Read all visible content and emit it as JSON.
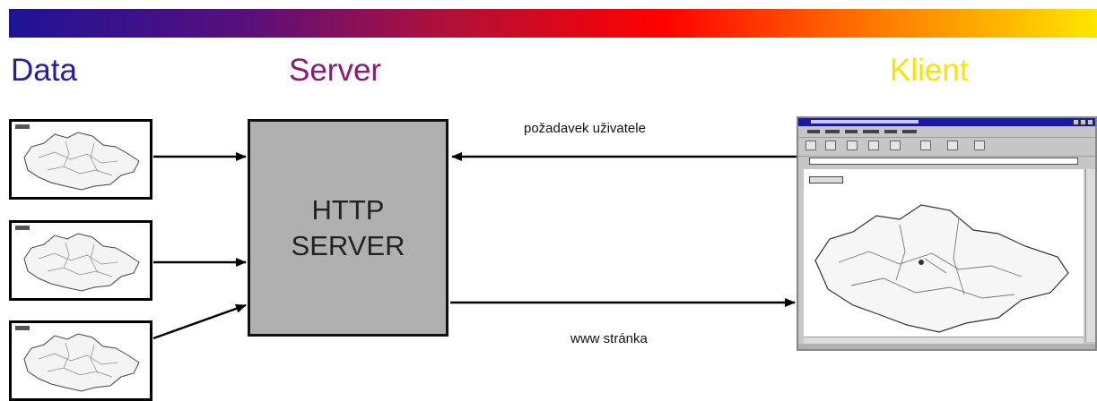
{
  "headings": {
    "data": "Data",
    "server": "Server",
    "client": "Klient"
  },
  "server_box": {
    "line1": "HTTP",
    "line2": "SERVER"
  },
  "edges": {
    "request": "požadavek uživatele",
    "response": "www stránka"
  },
  "data_sources": [
    {
      "icon": "map-of-czech-republic-icon"
    },
    {
      "icon": "map-of-czech-republic-icon"
    },
    {
      "icon": "map-of-czech-republic-icon"
    }
  ],
  "browser": {
    "icon": "web-browser-window-icon",
    "content_icon": "map-of-czech-republic-icon"
  },
  "colors": {
    "data_heading": "#2a1aa8",
    "server_heading": "#8b1a7a",
    "client_heading": "#ffe100",
    "server_box_fill": "#b0b0b0"
  }
}
